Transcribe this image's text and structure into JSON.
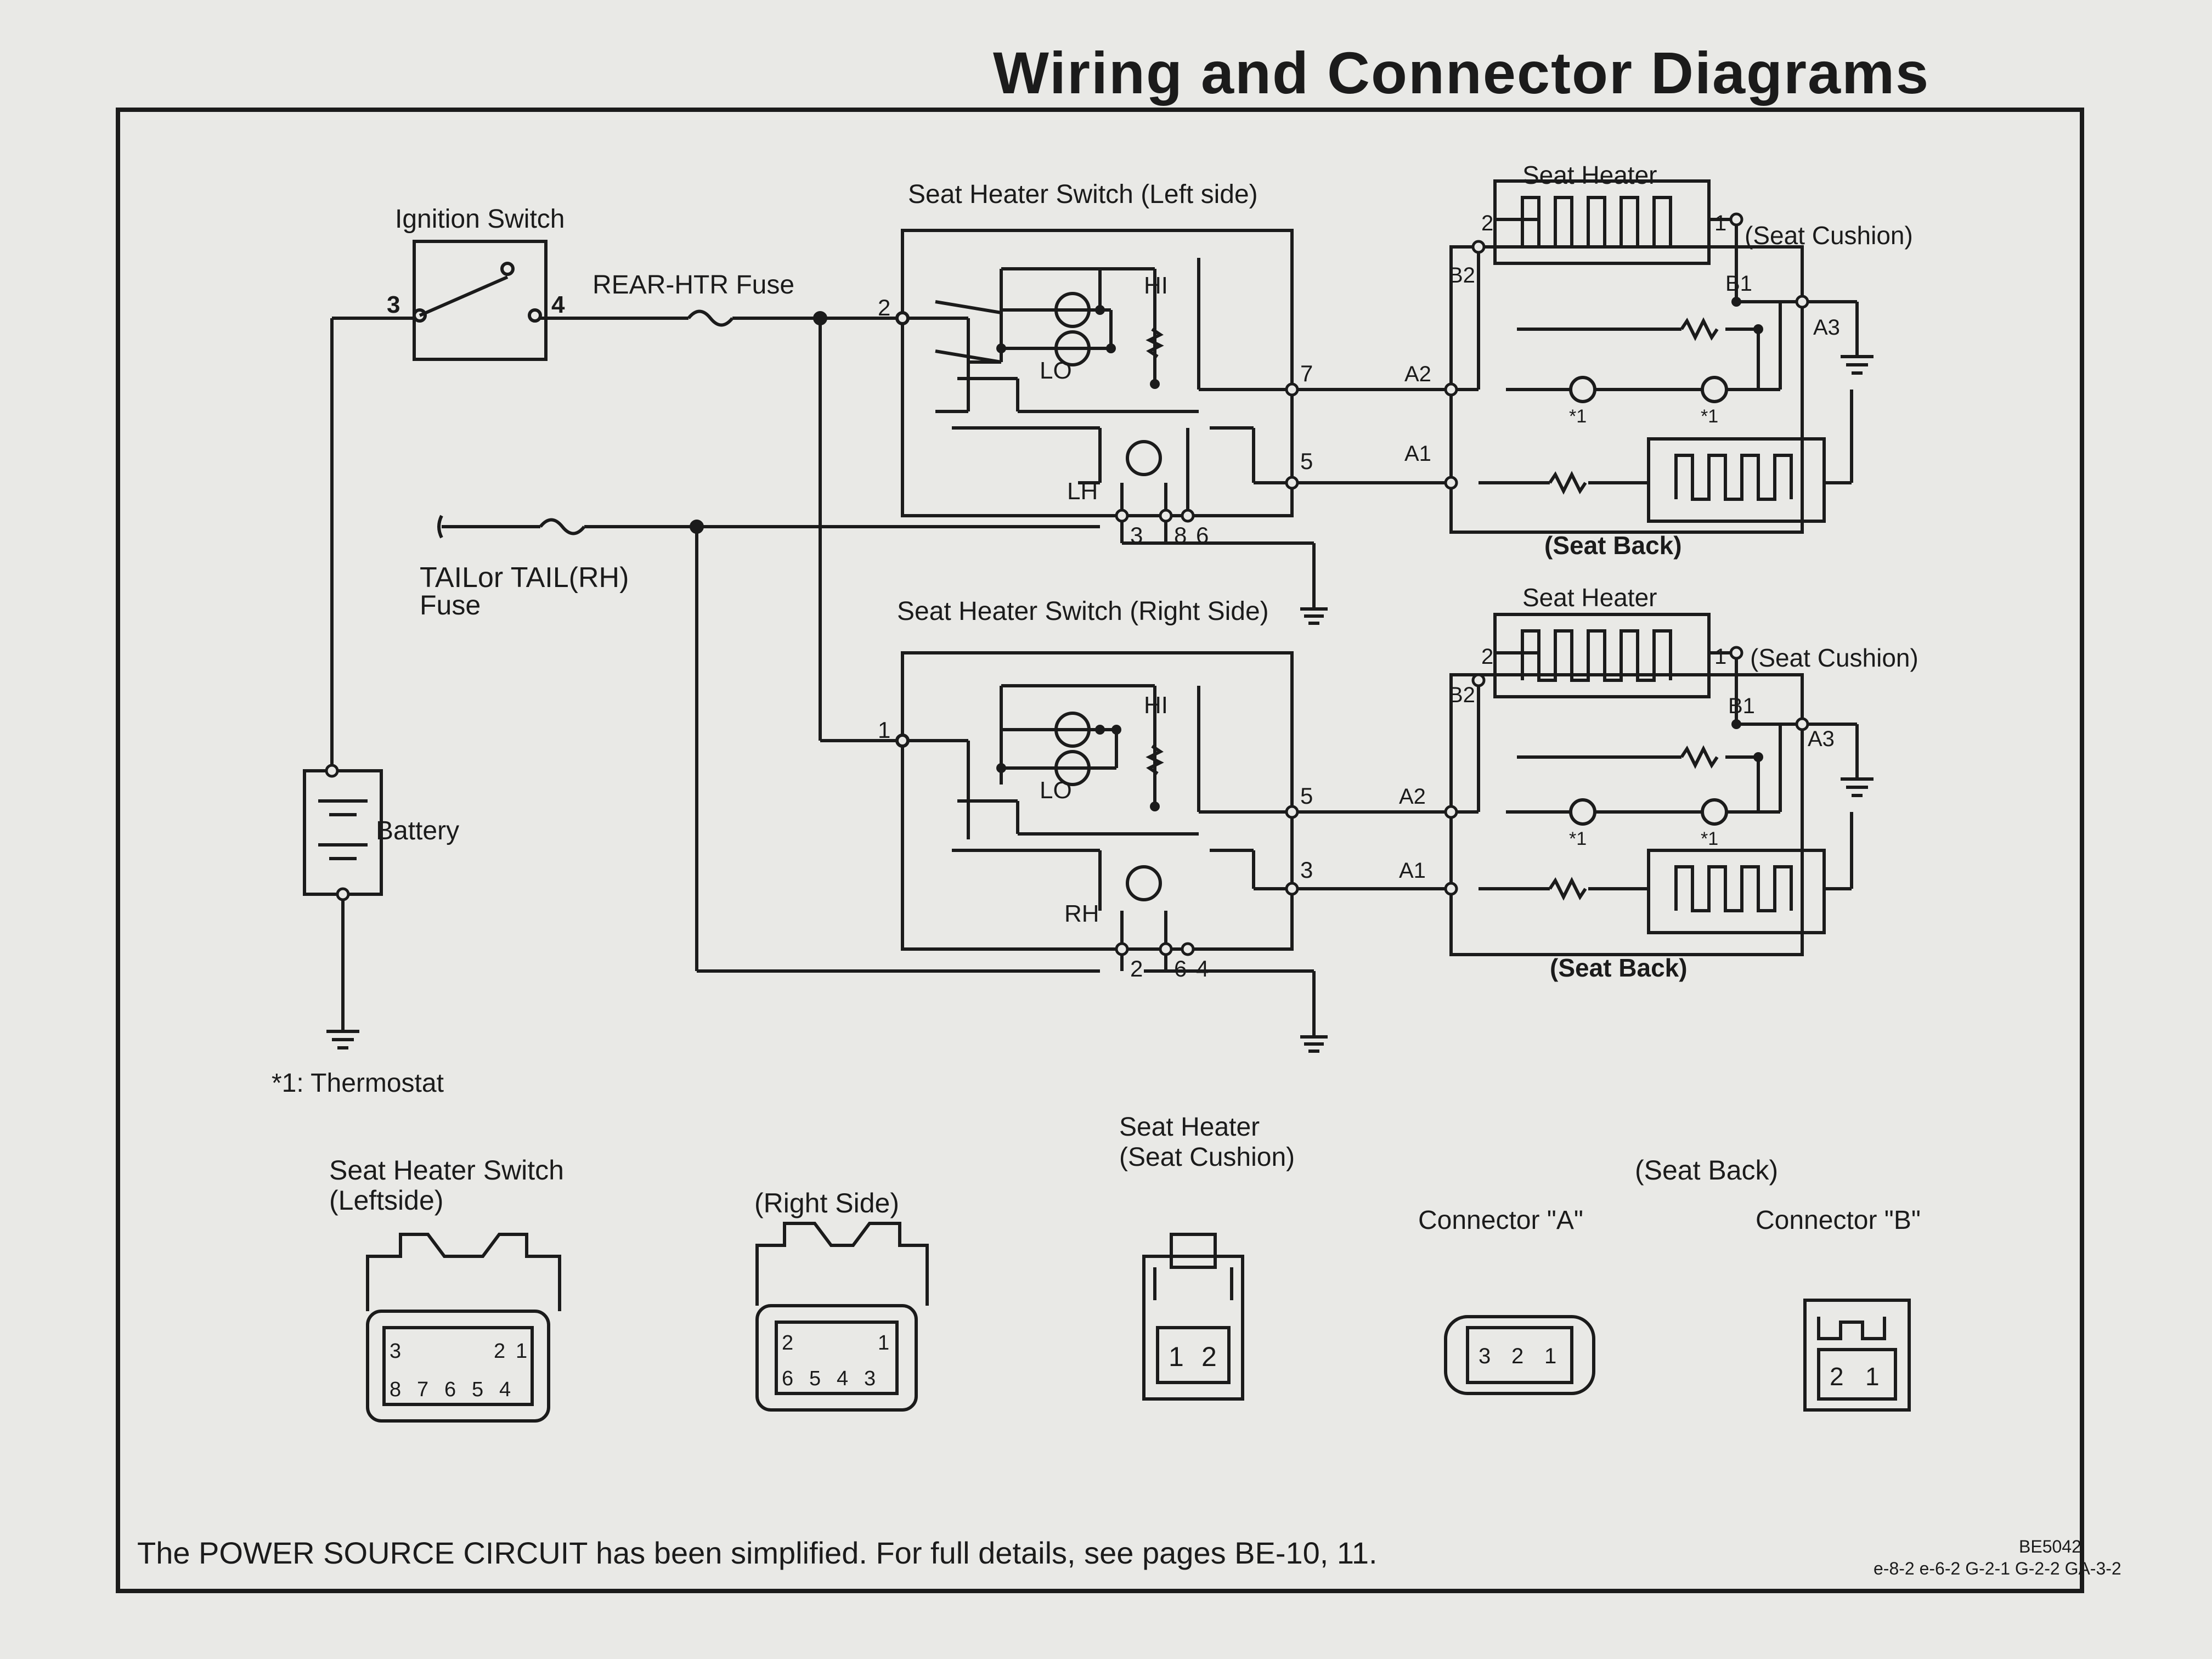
{
  "page_title": "Wiring and Connector Diagrams",
  "labels": {
    "ignition_switch": "Ignition Switch",
    "ign_pin_3": "3",
    "ign_pin_4": "4",
    "rear_htr_fuse": "REAR-HTR Fuse",
    "tail_fuse_line1": "TAILor TAIL(RH)",
    "tail_fuse_line2": "Fuse",
    "battery": "Battery",
    "thermostat_note": "*1: Thermostat",
    "left_switch_title": "Seat Heater Switch  (Left side)",
    "right_switch_title": "Seat Heater Switch  (Right Side)",
    "hi": "HI",
    "lo": "LO",
    "lh": "LH",
    "rh": "RH",
    "left_pins": {
      "p2": "2",
      "p7": "7",
      "p5": "5",
      "p3": "3",
      "p8": "8",
      "p6": "6"
    },
    "right_pins": {
      "p1": "1",
      "p5": "5",
      "p3": "3",
      "p2": "2",
      "p6": "6",
      "p4": "4"
    },
    "seat_heater": "Seat Heater",
    "seat_cushion": "(Seat Cushion)",
    "seat_back": "(Seat Back)",
    "heater_pins": {
      "p2": "2",
      "p1": "1",
      "b2": "B2",
      "b1": "B1",
      "a3": "A3",
      "a2": "A2",
      "a1": "A1",
      "star1": "*1"
    }
  },
  "connectors": {
    "left_title_line1": "Seat Heater Switch",
    "left_title_line2": "(Leftside)",
    "left_top_row": [
      "3",
      "2",
      "1"
    ],
    "left_bottom_row": [
      "8",
      "7",
      "6",
      "5",
      "4"
    ],
    "right_title": "(Right Side)",
    "right_top_row": [
      "2",
      "1"
    ],
    "right_bottom_row": [
      "6",
      "5",
      "4",
      "3"
    ],
    "cushion_title_line1": "Seat Heater",
    "cushion_title_line2": "(Seat Cushion)",
    "cushion_pins": [
      "1",
      "2"
    ],
    "seat_back_title": "(Seat Back)",
    "conn_a_title": "Connector \"A\"",
    "conn_a_pins": [
      "3",
      "2",
      "1"
    ],
    "conn_b_title": "Connector \"B\"",
    "conn_b_pins": [
      "2",
      "1"
    ]
  },
  "footer": {
    "note": "The POWER SOURCE CIRCUIT has been simplified. For full details, see pages BE-10, 11.",
    "code": "BE5042",
    "refs": "e-8-2 e-6-2 G-2-1 G-2-2 GA-3-2"
  }
}
